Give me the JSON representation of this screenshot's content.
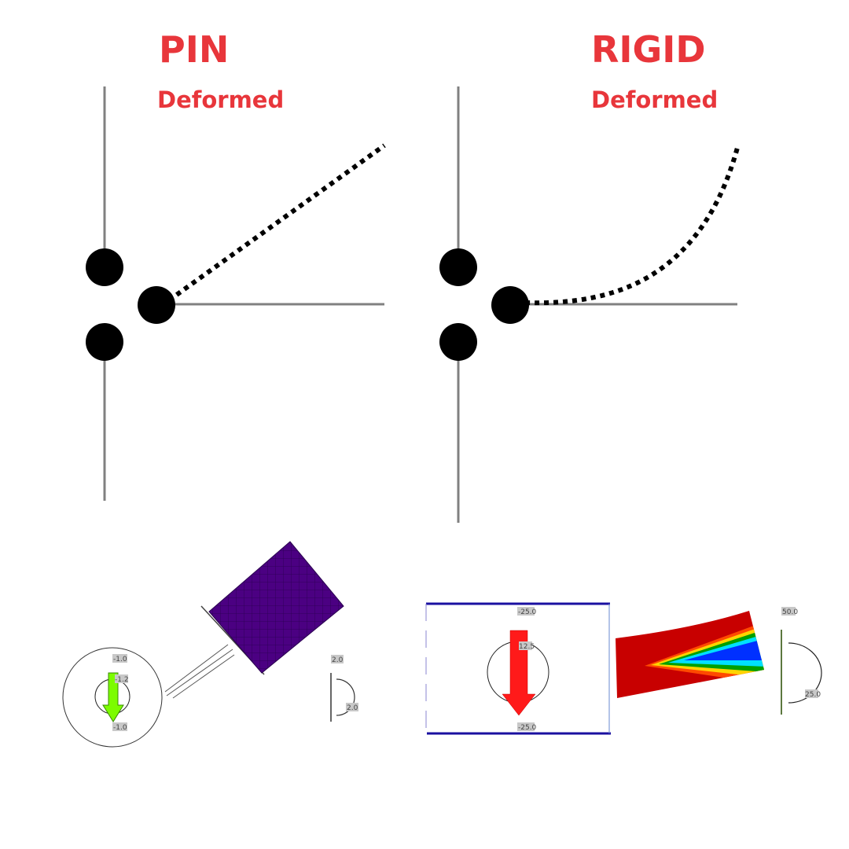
{
  "panels": [
    {
      "id": "pin",
      "title": "PIN",
      "subtitle": "Deformed",
      "joint_type": "pin",
      "deformed_shape": "straight rotation",
      "fem": {
        "member_color": "#4b0082",
        "arrow_color": "#7cfc00",
        "labels": {
          "ring_top": "-1.0",
          "inner_top": "-1.2",
          "ring_bottom": "-1.0",
          "side_top": "2.0",
          "side_arc": "2.0"
        }
      }
    },
    {
      "id": "rigid",
      "title": "RIGID",
      "subtitle": "Deformed",
      "joint_type": "rigid",
      "deformed_shape": "curved",
      "fem": {
        "frame_color": "#1a10a0",
        "arrow_color": "#ff1a1a",
        "labels": {
          "frame_top": "-25.0",
          "inner_top": "12.5",
          "frame_bottom": "-25.0",
          "side_top": "50.0",
          "side_arc": "25.0"
        },
        "contour_colors": [
          "#c80000",
          "#ff3b00",
          "#ffd400",
          "#00a000",
          "#00e0ff",
          "#0030ff"
        ]
      }
    }
  ],
  "colors": {
    "title": "#e8363b",
    "axis_line": "#808080",
    "node": "#000000",
    "deformed": "#000000"
  }
}
